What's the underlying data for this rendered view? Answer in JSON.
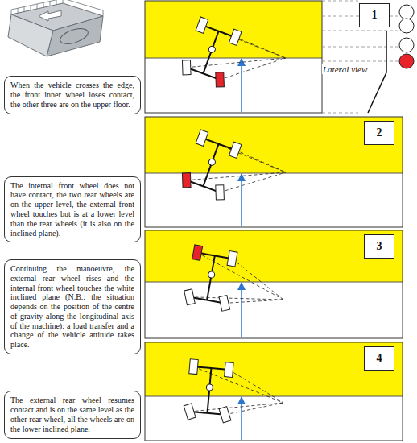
{
  "diagram": {
    "nodes": [
      {
        "text": [
          "When the vehicle crosses the edge, the front inner wheel loses contact, the other three are on the upper floor."
        ]
      },
      {
        "text": [
          "1"
        ]
      },
      {
        "text": [
          "The internal front wheel does not have contact, the two rear wheels are on the upper level, the external front wheel touches but is at a lower level than the rear wheels (it is also on the inclined plane)."
        ]
      },
      {
        "text": [
          "2"
        ]
      },
      {
        "text": [
          "Continuing the manoeuvre, the external rear wheel rises and the internal front wheel touches the white inclined plane (N.B.: the situation depends on the position of the centre of gravity along the longitudinal axis of the machine): a load transfer and a change of the vehicle attitude takes place."
        ]
      },
      {
        "text": [
          "3"
        ]
      },
      {
        "text": [
          "The external rear wheel resumes contact and is on the same level as the other rear wheel, all the wheels are on the lower inclined plane."
        ]
      },
      {
        "text": [
          "4"
        ]
      }
    ],
    "labels": [
      "Lateral view"
    ]
  }
}
